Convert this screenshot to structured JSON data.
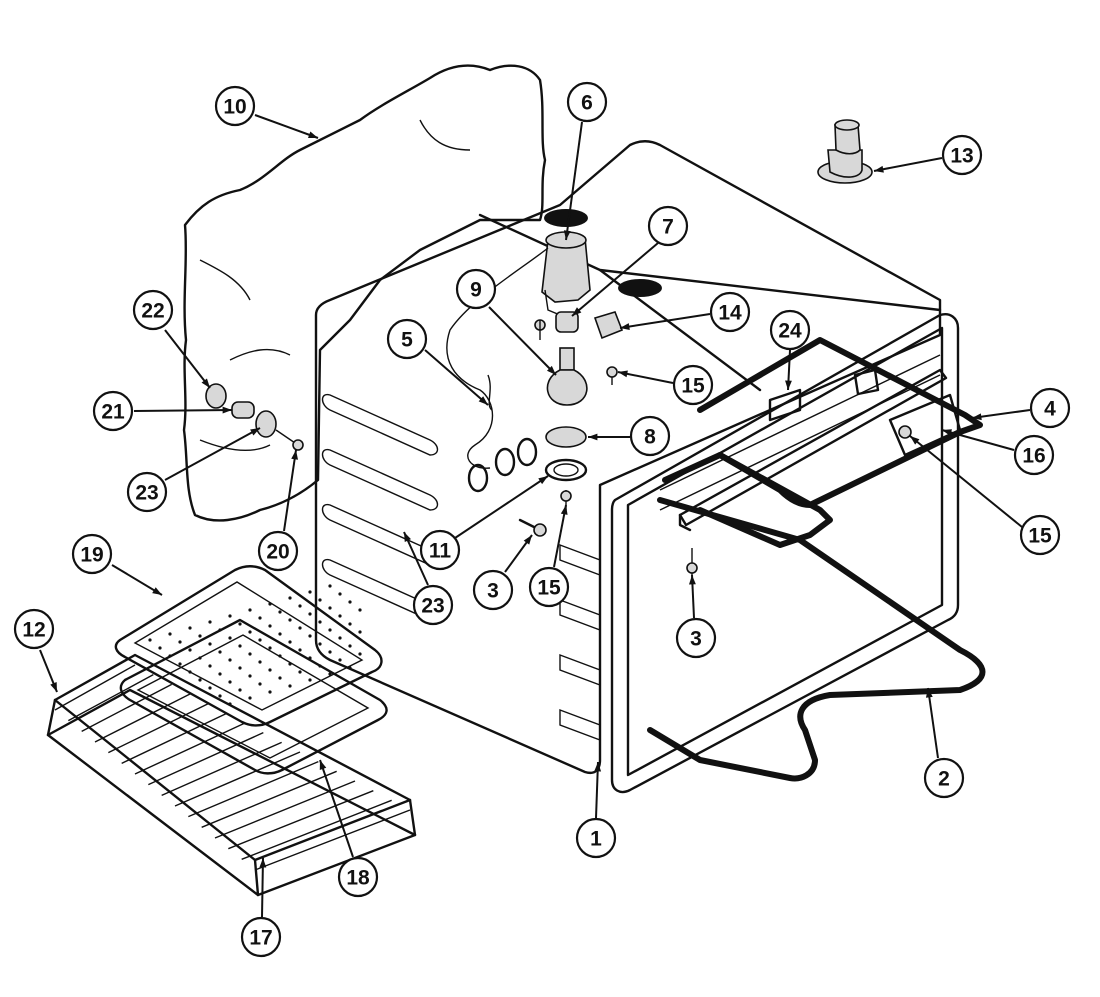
{
  "diagram": {
    "callouts": [
      {
        "id": "callout-1",
        "label": "1"
      },
      {
        "id": "callout-2",
        "label": "2"
      },
      {
        "id": "callout-3a",
        "label": "3"
      },
      {
        "id": "callout-3b",
        "label": "3"
      },
      {
        "id": "callout-4",
        "label": "4"
      },
      {
        "id": "callout-5",
        "label": "5"
      },
      {
        "id": "callout-6",
        "label": "6"
      },
      {
        "id": "callout-7",
        "label": "7"
      },
      {
        "id": "callout-8",
        "label": "8"
      },
      {
        "id": "callout-9",
        "label": "9"
      },
      {
        "id": "callout-10",
        "label": "10"
      },
      {
        "id": "callout-11",
        "label": "11"
      },
      {
        "id": "callout-12",
        "label": "12"
      },
      {
        "id": "callout-13",
        "label": "13"
      },
      {
        "id": "callout-14",
        "label": "14"
      },
      {
        "id": "callout-15a",
        "label": "15"
      },
      {
        "id": "callout-15b",
        "label": "15"
      },
      {
        "id": "callout-15c",
        "label": "15"
      },
      {
        "id": "callout-16",
        "label": "16"
      },
      {
        "id": "callout-17",
        "label": "17"
      },
      {
        "id": "callout-18",
        "label": "18"
      },
      {
        "id": "callout-19",
        "label": "19"
      },
      {
        "id": "callout-20",
        "label": "20"
      },
      {
        "id": "callout-21",
        "label": "21"
      },
      {
        "id": "callout-22",
        "label": "22"
      },
      {
        "id": "callout-23a",
        "label": "23"
      },
      {
        "id": "callout-23b",
        "label": "23"
      },
      {
        "id": "callout-24",
        "label": "24"
      }
    ]
  }
}
